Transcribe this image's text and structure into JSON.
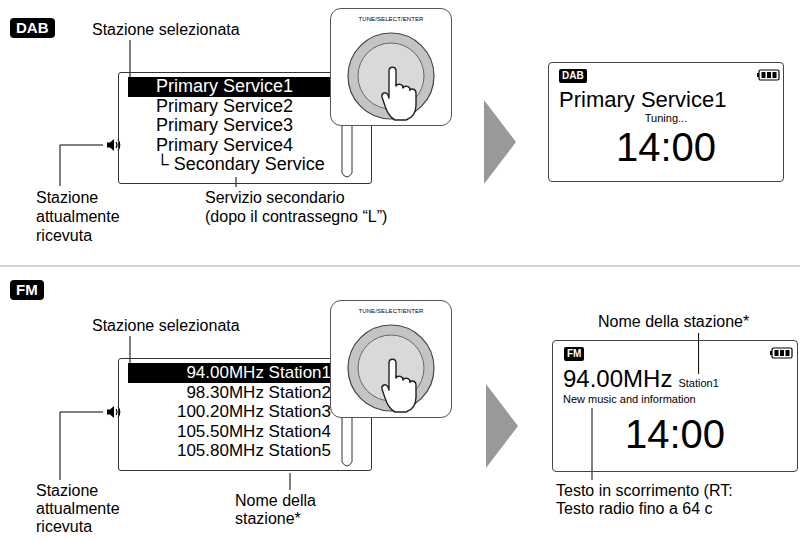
{
  "diagram": {
    "nodes": [
      {
        "text": [
          "DAB"
        ]
      },
      {
        "text": [
          "Primary Service1",
          "Primary Service2",
          "Primary Service3",
          "Primary Service4",
          "└ Secondary Service"
        ]
      },
      {
        "text": [
          "TUNE/SELECT/ENTER"
        ]
      },
      {
        "text": [
          "Primary Service1",
          "Tuning...",
          "14:00"
        ]
      },
      {
        "text": [
          "DAB"
        ],
        "in": 3
      },
      {
        "text": [
          "FM"
        ]
      },
      {
        "text": [
          "94.00MHz Station1",
          "98.30MHz Station2",
          "100.20MHz Station3",
          "105.50MHz Station4",
          "105.80MHz Station5"
        ]
      },
      {
        "text": [
          "TUNE/SELECT/ENTER"
        ]
      },
      {
        "text": [
          "94.00MHz",
          "Station1",
          "New music and information",
          "14:00"
        ]
      },
      {
        "text": [
          "FM"
        ],
        "in": 8
      }
    ],
    "edges": [
      {
        "from": 2,
        "to": 3,
        "arrow": "to"
      },
      {
        "from": 7,
        "to": 8,
        "arrow": "to"
      }
    ],
    "labels": [
      "Stazione selezionata",
      "Stazione attualmente ricevuta",
      "Servizio secondario (dopo il contrassegno “L”)",
      "Stazione selezionata",
      "Nome della stazione*",
      "Stazione attualmente ricevuta",
      "Nome della stazione*",
      "Testo in scorrimento (RT: Testo radio fino a 64 c"
    ]
  }
}
